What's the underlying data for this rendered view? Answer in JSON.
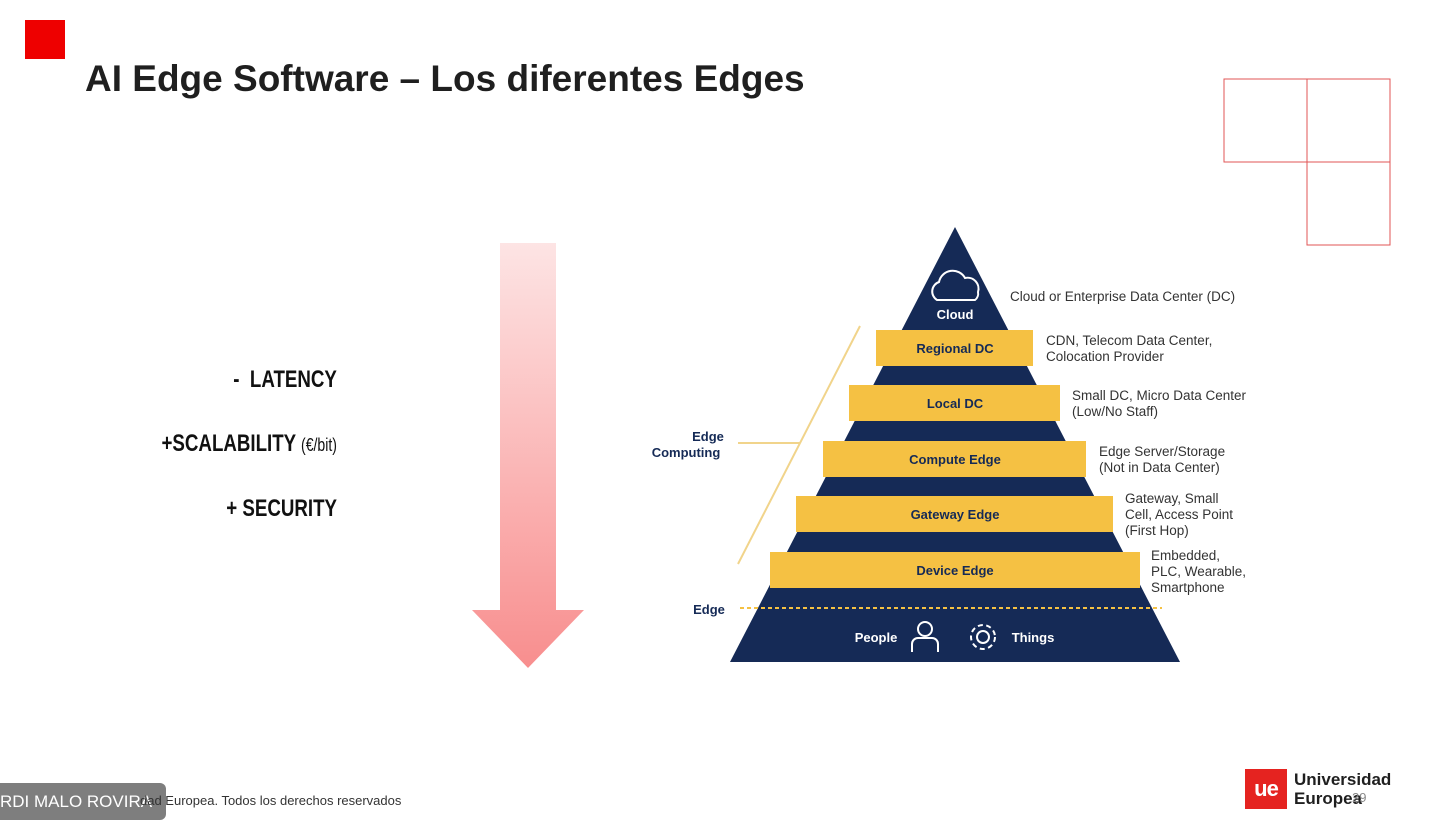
{
  "slide": {
    "title": "AI Edge Software – Los diferentes Edges"
  },
  "metrics": [
    {
      "prefix": "-",
      "label": "LATENCY",
      "unit": ""
    },
    {
      "prefix": "+",
      "label": "SCALABILITY",
      "unit": "(€/bit)"
    },
    {
      "prefix": "+",
      "label": "SECURITY",
      "unit": ""
    }
  ],
  "pyramid": {
    "top_label": "Cloud",
    "top_desc": "Cloud or Enterprise Data Center (DC)",
    "layers": [
      {
        "label": "Regional DC",
        "desc1": "CDN, Telecom Data Center,",
        "desc2": "Colocation Provider",
        "desc3": ""
      },
      {
        "label": "Local DC",
        "desc1": "Small DC, Micro Data Center",
        "desc2": "(Low/No Staff)",
        "desc3": ""
      },
      {
        "label": "Compute Edge",
        "desc1": "Edge Server/Storage",
        "desc2": "(Not in Data Center)",
        "desc3": ""
      },
      {
        "label": "Gateway Edge",
        "desc1": "Gateway, Small",
        "desc2": "Cell, Access Point",
        "desc3": "(First Hop)"
      },
      {
        "label": "Device Edge",
        "desc1": "Embedded,",
        "desc2": "PLC, Wearable,",
        "desc3": "Smartphone"
      }
    ],
    "edge_computing_line1": "Edge",
    "edge_computing_line2": "Computing",
    "edge_label": "Edge",
    "people_label": "People",
    "things_label": "Things"
  },
  "footer": {
    "copyright": "dad Europea. Todos los derechos reservados",
    "presenter": "RDI MALO ROVIRA",
    "page_number": "29",
    "logo_mark": "ue",
    "logo_line1": "Universidad",
    "logo_line2": "Europea"
  },
  "colors": {
    "accent": "#ee0000",
    "navy": "#152a56",
    "gold": "#f5c143",
    "arrow": "#f8a0a0"
  }
}
